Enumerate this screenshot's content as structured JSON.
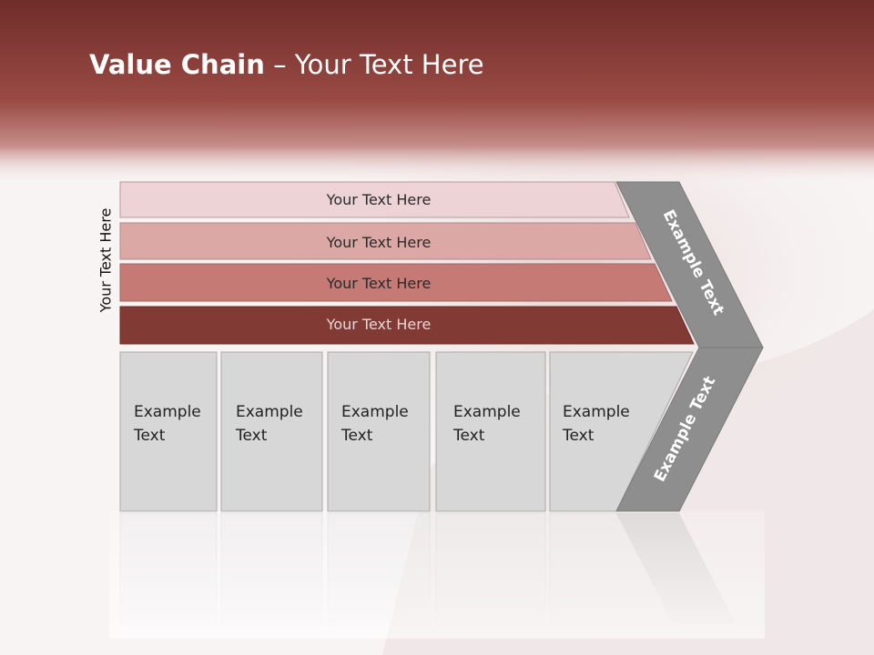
{
  "slide": {
    "title_bold": "Value Chain",
    "title_rest": " – Your Text Here"
  },
  "axis_label": "Your Text Here",
  "bands": [
    {
      "label": "Your Text Here",
      "color": "#edd3d5"
    },
    {
      "label": "Your Text Here",
      "color": "#dca8a6"
    },
    {
      "label": "Your Text Here",
      "color": "#c67a75"
    },
    {
      "label": "Your Text Here",
      "color": "#823a35"
    }
  ],
  "columns": [
    {
      "line1": "Example",
      "line2": "Text"
    },
    {
      "line1": "Example",
      "line2": "Text"
    },
    {
      "line1": "Example",
      "line2": "Text"
    },
    {
      "line1": "Example",
      "line2": "Text"
    },
    {
      "line1": "Example",
      "line2": "Text"
    }
  ],
  "chevron": {
    "upper_label": "Example Text",
    "lower_label": "Example Text",
    "color": "#8e8e8e"
  },
  "colors": {
    "header_band": "#8a3c37",
    "column_fill": "#d7d7d7",
    "column_stroke": "#a9a9a9"
  }
}
